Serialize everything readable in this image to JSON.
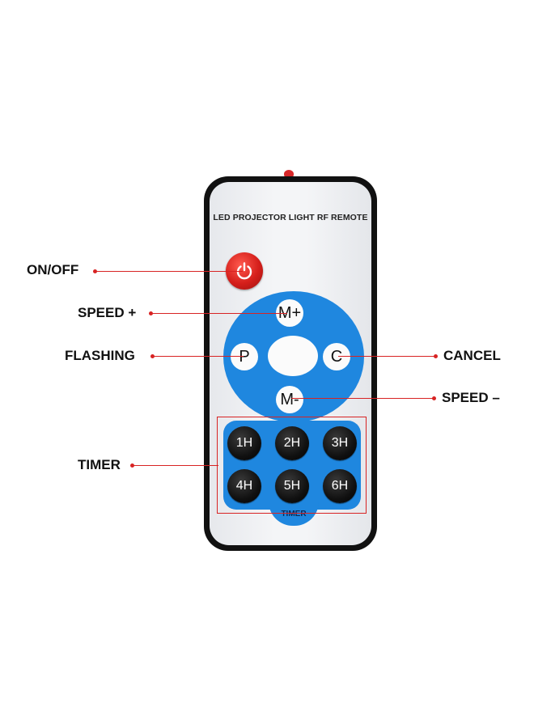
{
  "remote": {
    "brand_text": "LED PROJECTOR LIGHT RF REMOTE",
    "buttons": {
      "m_plus": "M+",
      "p": "P",
      "c": "C",
      "m_minus": "M-"
    },
    "timer_buttons": [
      "1H",
      "2H",
      "3H",
      "4H",
      "5H",
      "6H"
    ],
    "timer_label": "TIMER"
  },
  "callouts": {
    "on_off": "ON/OFF",
    "speed_plus": "SPEED +",
    "flashing": "FLASHING",
    "cancel": "CANCEL",
    "speed_minus": "SPEED –",
    "timer": "TIMER"
  },
  "colors": {
    "accent_blue": "#1f87df",
    "power_red": "#d51f1b",
    "callout_red": "#d82323",
    "body_black": "#111111"
  },
  "icons": {
    "power": "power-icon"
  }
}
